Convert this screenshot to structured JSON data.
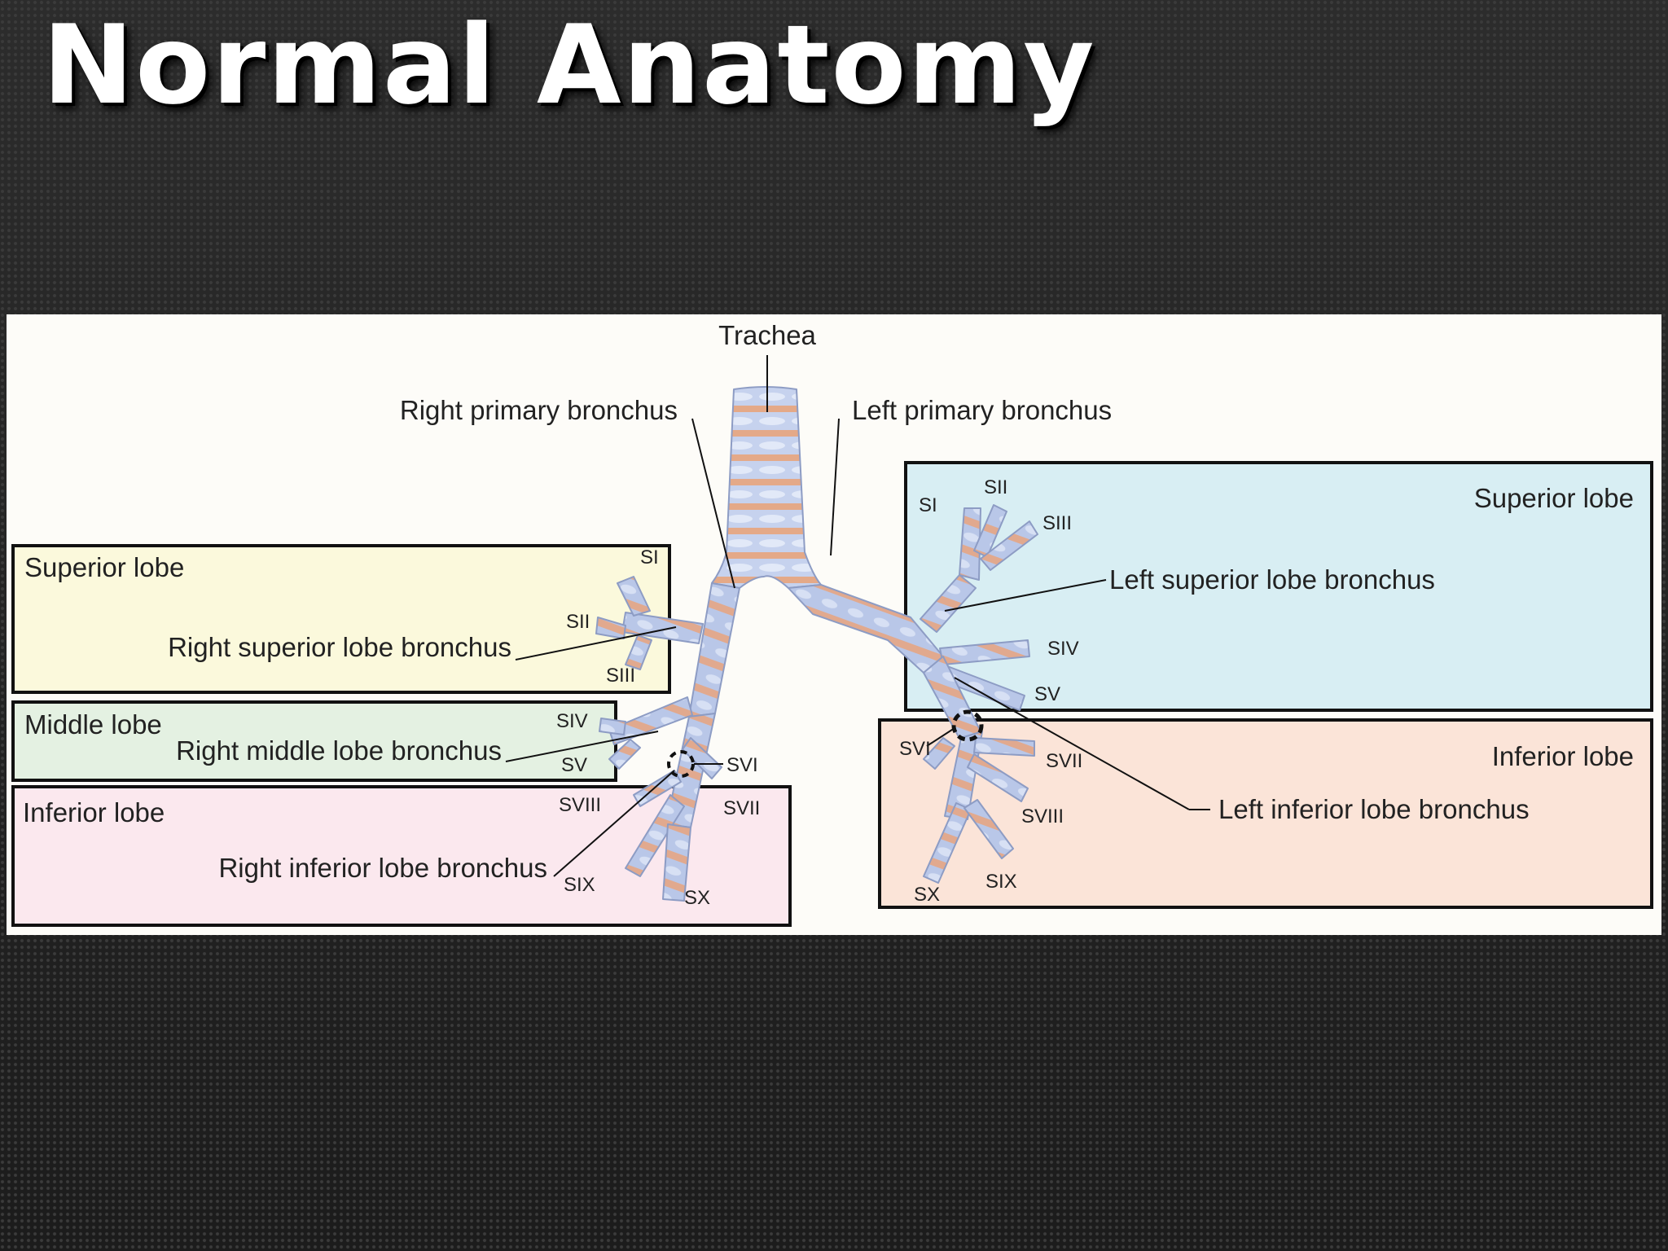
{
  "slide": {
    "title": "Normal Anatomy"
  },
  "diagram": {
    "trachea": "Trachea",
    "right_primary_bronchus": "Right primary bronchus",
    "left_primary_bronchus": "Left primary bronchus",
    "right_superior_lobe": "Superior lobe",
    "right_middle_lobe": "Middle lobe",
    "right_inferior_lobe": "Inferior lobe",
    "left_superior_lobe": "Superior lobe",
    "left_inferior_lobe": "Inferior lobe",
    "right_superior_lobe_bronchus": "Right superior lobe bronchus",
    "right_middle_lobe_bronchus": "Right middle lobe bronchus",
    "right_inferior_lobe_bronchus": "Right inferior lobe bronchus",
    "left_superior_lobe_bronchus": "Left superior lobe bronchus",
    "left_inferior_lobe_bronchus": "Left inferior lobe bronchus",
    "segments": {
      "right": [
        "SI",
        "SII",
        "SIII",
        "SIV",
        "SV",
        "SVI",
        "SVII",
        "SVIII",
        "SIX",
        "SX"
      ],
      "left": [
        "SI",
        "SII",
        "SIII",
        "SIV",
        "SV",
        "SVI",
        "SVII",
        "SVIII",
        "SIX",
        "SX"
      ]
    }
  },
  "colors": {
    "right_superior_region": "#fbf9dc",
    "middle_region": "#e4f1e2",
    "right_inferior_region": "#fbe8ee",
    "left_superior_region": "#d8eef3",
    "left_inferior_region": "#fbe4d8",
    "airway_fill": "#b9c7e8",
    "airway_accent": "#e8a47e"
  }
}
